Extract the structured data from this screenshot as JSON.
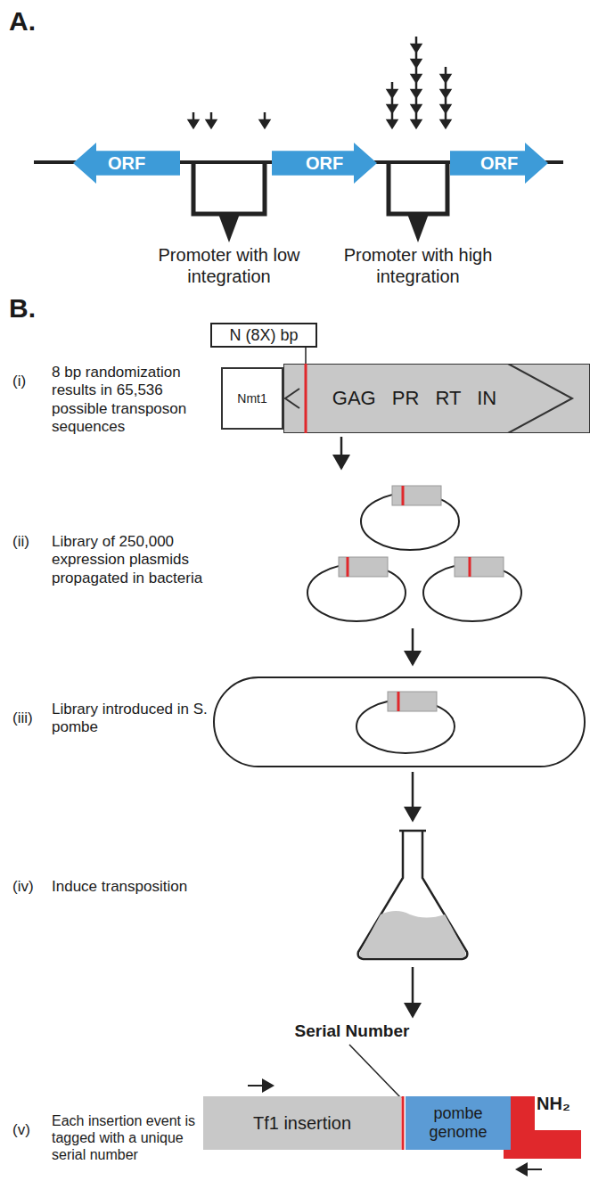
{
  "diagram": {
    "nodes": [
      {
        "text": [
          "ORF"
        ]
      },
      {
        "text": [
          "ORF"
        ]
      },
      {
        "text": [
          "ORF"
        ]
      },
      {
        "text": [
          "N (8X) bp"
        ]
      },
      {
        "text": [
          "Nmt1"
        ]
      },
      {
        "text": [
          "GAG PR RT IN"
        ]
      },
      {
        "text": [
          "Tf1 insertion"
        ]
      },
      {
        "text": [
          "pombe genome"
        ]
      }
    ],
    "labels": [
      "A.",
      "Promoter with low integration",
      "Promoter with high integration",
      "B.",
      "(i)",
      "8 bp randomization results in 65,536 possible transposon sequences",
      "(ii)",
      "Library of 250,000 expression plasmids propagated in bacteria",
      "(iii)",
      "Library introduced in S. pombe",
      "(iv)",
      "Induce transposition",
      "(v)",
      "Each insertion event is tagged with a unique serial number",
      "Serial Number",
      "NH₂"
    ]
  }
}
